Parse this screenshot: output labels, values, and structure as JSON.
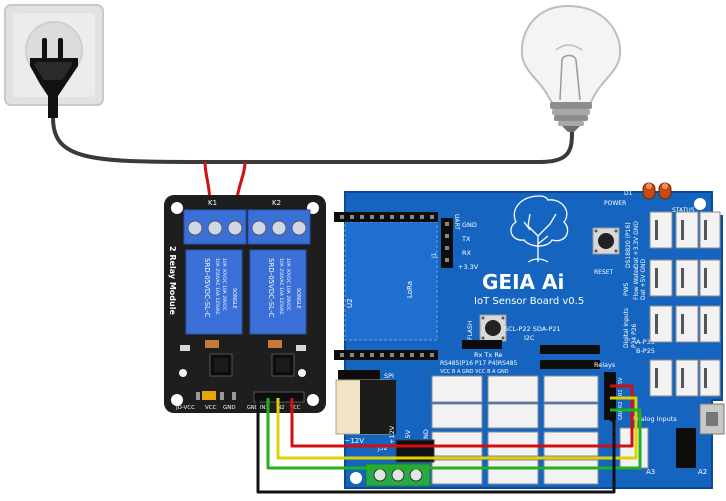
{
  "relay_module": {
    "name": "2 Relay Module",
    "k1": "K1",
    "k2": "K2",
    "relay_brand": "SONGLE",
    "relay_model": "SRD-05VDC-SL-C",
    "relay_rating_1": "10A 250VAC  10A 125VAC",
    "relay_rating_2": "10A 30VDC  10A 28VDC",
    "pin_labels": [
      "JD-VCC",
      "VCC",
      "GND"
    ],
    "input_labels": [
      "GND",
      "IN1",
      "IN2",
      "VCC"
    ]
  },
  "board": {
    "title": "GEIA Ai",
    "subtitle": "IoT Sensor Board v0.5",
    "module_label": "U2",
    "lora_label": "LoRa",
    "uart_header": "UART",
    "uart_pins": [
      "GND",
      "TX",
      "RX",
      "+3.3V"
    ],
    "uart_ref": "J1",
    "flash_label": "FLASH",
    "reset_label": "RESET",
    "power_label": "POWER",
    "power_ref": "D1",
    "status_label": "STATUS",
    "i2c_line": "SCL-P22  SDA-P21",
    "i2c_label": "I2C",
    "rs485_header": "Rx  Tx  Re",
    "rs485_line": "RS485(P16 P17 P4)RS485",
    "rs485_pins": "VCC  B   A  GND VCC  B   A  GND",
    "spi_label": "SPI",
    "relays_label": "Relays",
    "relay_pins": [
      "5V",
      "R1",
      "R2",
      "GND"
    ],
    "ds18b20": "DS18B20 (P16)",
    "ds18b20_pins": "Dat +3.3V GND",
    "pws": "PWS",
    "flow_water": "Flow Water",
    "flow_pins": "Dat +5V GND",
    "digital_inputs": "Digital Inputs",
    "digital_pins": "P34   P26",
    "analog_a": "A-P33",
    "analog_b": "B-P25",
    "analog_inputs": "Analog Inputs",
    "a3": "A3",
    "a2": "A2",
    "voltage_label": "9~12V",
    "power_12v": "+12V",
    "power_5v": "+5V",
    "gnd": "GND",
    "j32": "J32"
  },
  "colors": {
    "board_blue": "#1565c0",
    "relay_board": "#1e1e1e",
    "relay_blue": "#3a6fd8",
    "wire_red": "#d01010",
    "wire_yellow": "#e0d000",
    "wire_green": "#20b020",
    "wire_black": "#111111",
    "power_cord": "#3a3a3a"
  },
  "icons": [
    "wall-socket-icon",
    "power-plug-icon",
    "light-bulb-icon",
    "tree-logo-icon"
  ]
}
